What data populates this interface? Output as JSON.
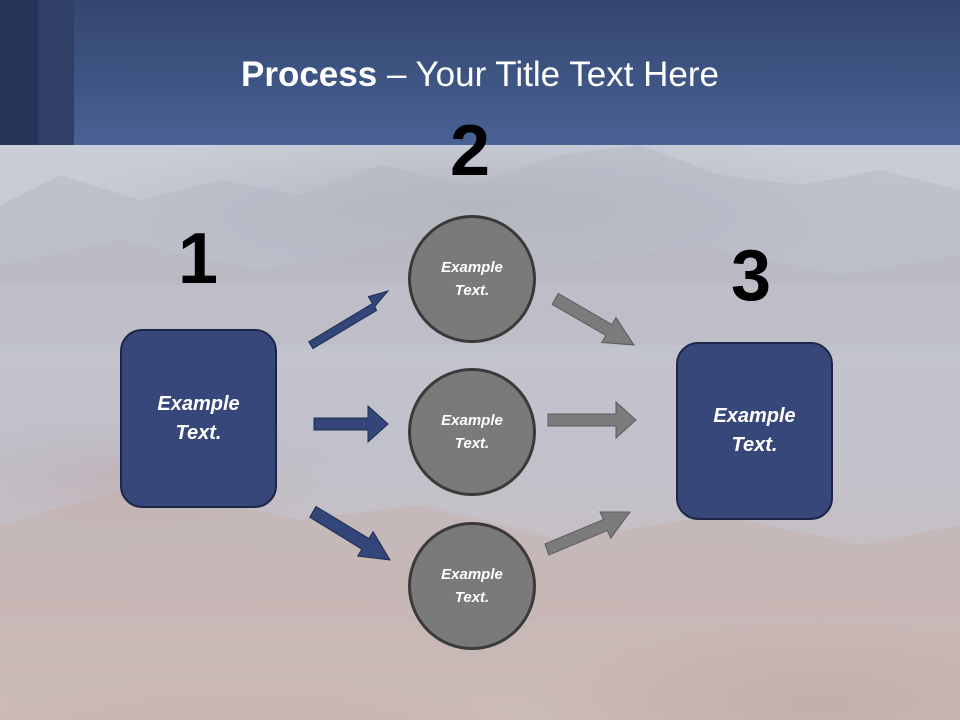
{
  "title": {
    "bold": "Process",
    "rest": " – Your Title Text Here"
  },
  "steps": {
    "one": "1",
    "two": "2",
    "three": "3"
  },
  "left_box": {
    "line1": "Example",
    "line2": "Text."
  },
  "circles": [
    {
      "line1": "Example",
      "line2": "Text."
    },
    {
      "line1": "Example",
      "line2": "Text."
    },
    {
      "line1": "Example",
      "line2": "Text."
    }
  ],
  "right_box": {
    "line1": "Example",
    "line2": "Text."
  },
  "colors": {
    "header": "#3e5583",
    "box_fill": "#37477a",
    "circle_fill": "#7a7a7a",
    "blue_arrow": "#33467a",
    "gray_arrow": "#7b7b7b"
  }
}
